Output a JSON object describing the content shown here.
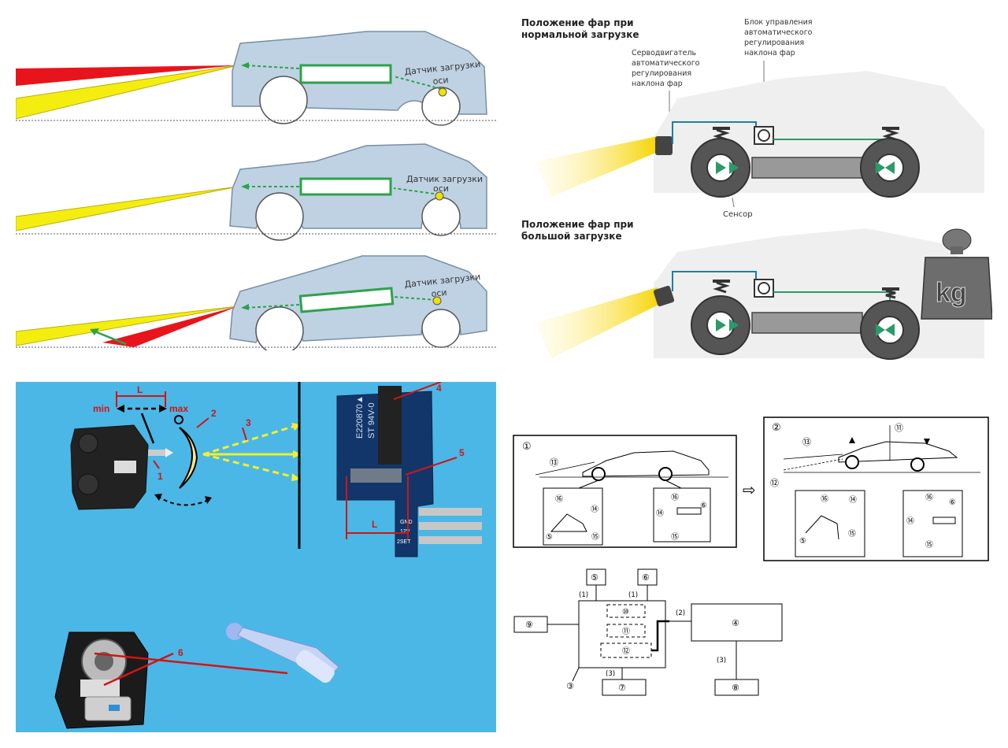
{
  "q1": {
    "sensor_labels": [
      {
        "line1": "Датчик загрузки",
        "line2": "оси"
      },
      {
        "line1": "Датчик загрузки",
        "line2": "оси"
      },
      {
        "line1": "Датчик загрузки",
        "line2": "оси"
      }
    ]
  },
  "q2": {
    "title_normal_1": "Положение фар при",
    "title_normal_2": "нормальной загрузке",
    "servo_1": "Серводвигатель",
    "servo_2": "автоматического",
    "servo_3": "регулирования",
    "servo_4": "наклона фар",
    "block_1": "Блок управления",
    "block_2": "автоматического",
    "block_3": "регулирования",
    "block_4": "наклона фар",
    "sensor": "Сенсор",
    "title_heavy_1": "Положение фар при",
    "title_heavy_2": "большой загрузке",
    "weight": "kg"
  },
  "q3": {
    "label_L_top": "L",
    "label_min": "min",
    "label_max": "max",
    "n1": "1",
    "n2": "2",
    "n3": "3",
    "n4": "4",
    "n5": "5",
    "n6": "6",
    "label_L_board": "L",
    "pcb_text_1": "E220870▲",
    "pcb_text_2": "ST 94V-0",
    "pcb_text_3": "GND",
    "pcb_text_4": "12V",
    "pcb_text_5": "2SET"
  },
  "q4": {
    "box1": {
      "num": "①",
      "labels": [
        "⑬",
        "⑯",
        "⑭",
        "⑤",
        "⑮",
        "⑯",
        "⑥",
        "⑭",
        "⑮"
      ]
    },
    "box2": {
      "num": "②",
      "labels": [
        "⑪",
        "⑬",
        "⑫",
        "⑯",
        "⑭",
        "⑤",
        "⑮",
        "⑯",
        "⑥",
        "⑭",
        "⑮"
      ]
    },
    "arrow": "⇨",
    "block": {
      "n5": "⑤",
      "n6": "⑥",
      "n9": "⑨",
      "n4": "④",
      "n10": "⑩",
      "n11": "⑪",
      "n12": "⑫",
      "n3": "③",
      "n7": "⑦",
      "n8": "⑧",
      "s1a": "(1)",
      "s1b": "(1)",
      "s2": "(2)",
      "s3a": "(3)",
      "s3b": "(3)"
    }
  }
}
